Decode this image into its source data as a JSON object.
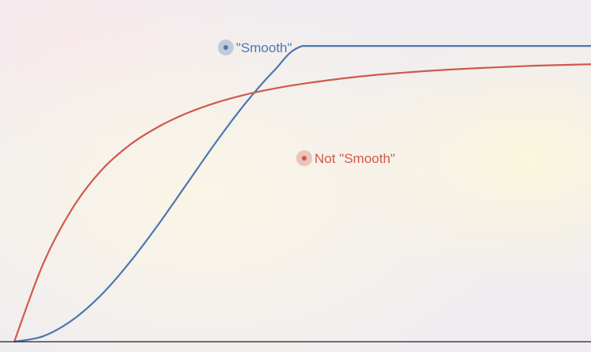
{
  "chart_data": {
    "type": "line",
    "title": "",
    "xlabel": "",
    "ylabel": "",
    "grid": false,
    "legend": "inline-labels",
    "xlim": [
      0,
      10
    ],
    "ylim": [
      0,
      1.1
    ],
    "series": [
      {
        "name": "\"Smooth\"",
        "color": "#4a78b0",
        "x": [
          0,
          0.5,
          1,
          1.5,
          2,
          2.5,
          3,
          3.5,
          4,
          4.5,
          5,
          6,
          7,
          8,
          9,
          10
        ],
        "values": [
          0,
          0.018,
          0.07,
          0.152,
          0.26,
          0.385,
          0.52,
          0.655,
          0.78,
          0.888,
          0.97,
          0.97,
          0.97,
          0.97,
          0.97,
          0.97
        ]
      },
      {
        "name": "Not \"Smooth\"",
        "color": "#cf5a4d",
        "x": [
          0,
          0.5,
          1,
          1.5,
          2,
          2.5,
          3,
          3.5,
          4,
          4.5,
          5,
          6,
          7,
          8,
          9,
          10
        ],
        "values": [
          0,
          0.255,
          0.435,
          0.56,
          0.645,
          0.705,
          0.75,
          0.784,
          0.81,
          0.83,
          0.846,
          0.87,
          0.886,
          0.897,
          0.905,
          0.91
        ]
      }
    ]
  }
}
